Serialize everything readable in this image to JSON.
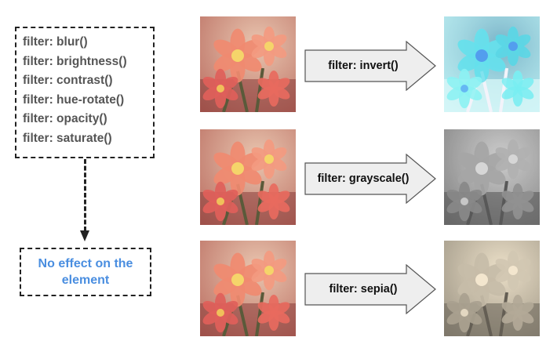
{
  "filter_list": {
    "items": [
      "filter: blur()",
      "filter: brightness()",
      "filter: contrast()",
      "filter: hue-rotate()",
      "filter: opacity()",
      "filter: saturate()"
    ]
  },
  "note": {
    "text": "No effect on the element",
    "color": "#4a8ee0"
  },
  "rows": [
    {
      "label": "filter: invert()",
      "result_filter": "invert"
    },
    {
      "label": "filter: grayscale()",
      "result_filter": "grayscale"
    },
    {
      "label": "filter: sepia()",
      "result_filter": "sepia"
    }
  ],
  "colors": {
    "arrow_fill": "#eeeeee",
    "arrow_stroke": "#555555",
    "border": "#222222",
    "text": "#555555"
  }
}
